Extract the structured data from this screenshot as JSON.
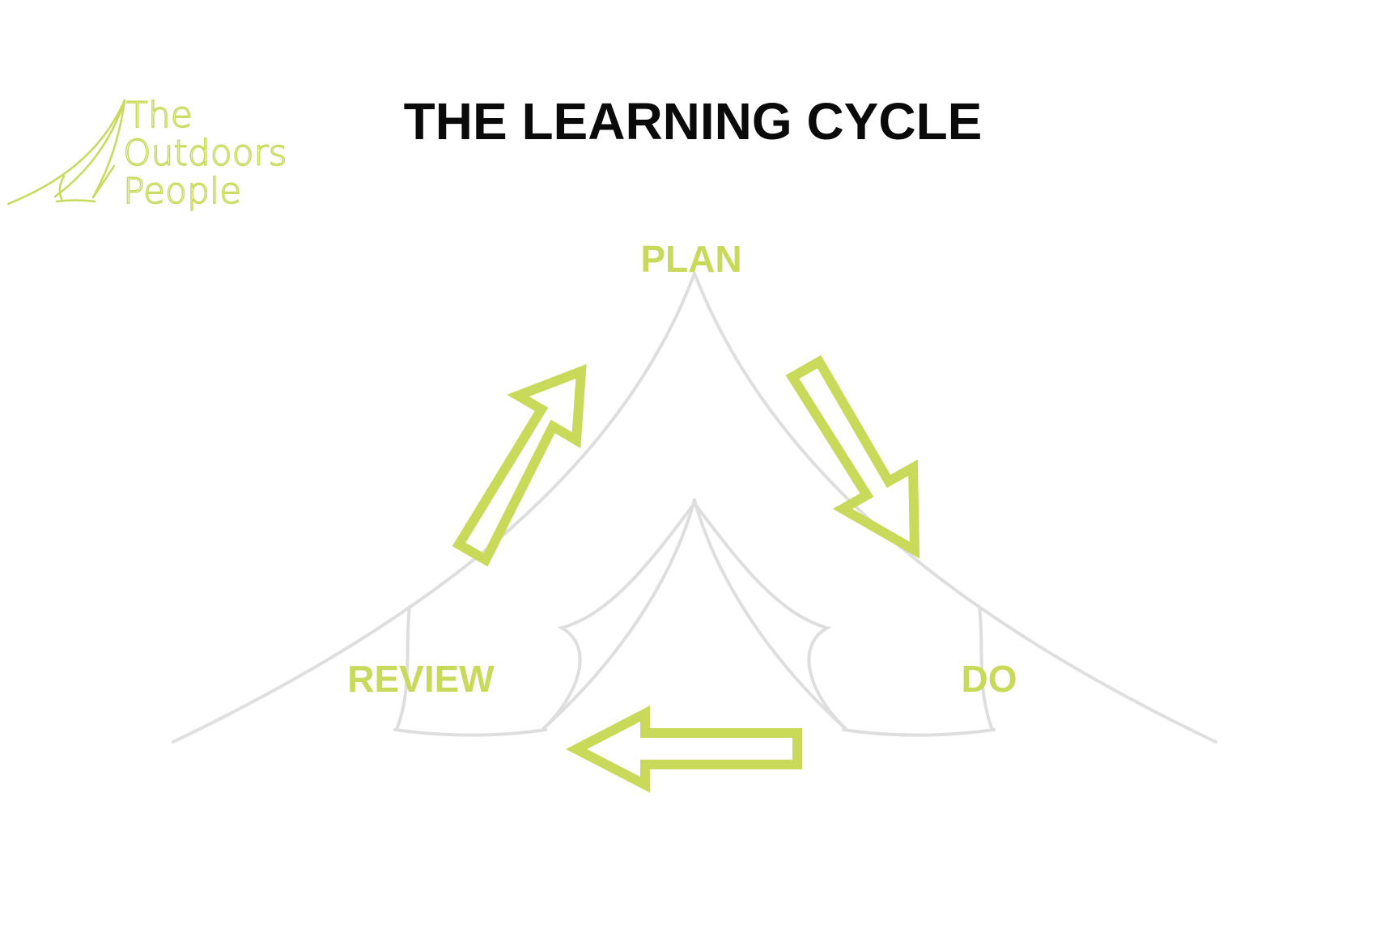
{
  "logo": {
    "line1": "The",
    "line2": "Outdoors",
    "line3": "People"
  },
  "title": "THE LEARNING CYCLE",
  "stages": {
    "plan": "PLAN",
    "do": "DO",
    "review": "REVIEW"
  },
  "flow": [
    {
      "from": "plan",
      "to": "do",
      "direction": "down-right"
    },
    {
      "from": "do",
      "to": "review",
      "direction": "left"
    },
    {
      "from": "review",
      "to": "plan",
      "direction": "up-right"
    }
  ],
  "colors": {
    "accent": "#c9d95a",
    "title": "#0a0a0a",
    "tent": "#d9d9d9",
    "background": "#ffffff"
  }
}
